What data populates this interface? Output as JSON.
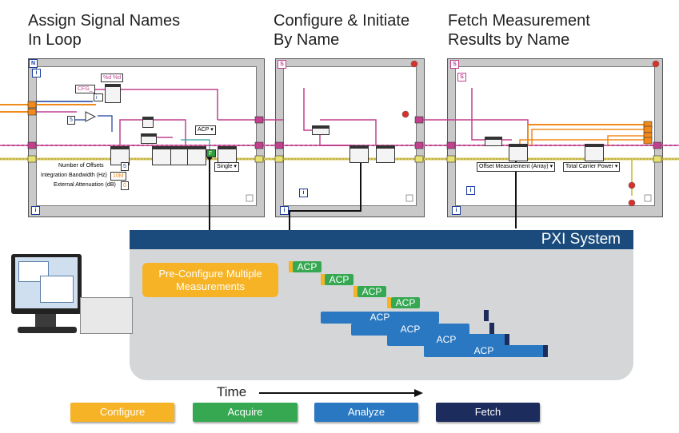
{
  "headers": {
    "assign": "Assign Signal Names\nIn Loop",
    "configure": "Configure & Initiate\nBy Name",
    "fetch": "Fetch Measurement\nResults by Name"
  },
  "loop1": {
    "n_label": "N",
    "i_label": "i",
    "format_string": "%d %d",
    "cfg_constant": "CFG_",
    "five_constant": "5",
    "acp_ring": "ACP",
    "single_ring": "Single",
    "offsets_label": "Number of Offsets",
    "offsets_value": "5",
    "bandwidth_label": "Integration Bandwidth (Hz)",
    "bandwidth_value": "10M",
    "atten_label": "External Attenuation (dB)",
    "atten_value": "0"
  },
  "loop2": {
    "i_label": "i"
  },
  "loop3": {
    "i_label": "i",
    "offset_ring": "Offset Measurement (Array)",
    "total_ring": "Total Carrier Power"
  },
  "pxi": {
    "title": "PXI System",
    "preconfigure": "Pre-Configure Multiple Measurements",
    "acquire_bars": [
      "ACP",
      "ACP",
      "ACP",
      "ACP"
    ],
    "analyze_bars": [
      "ACP",
      "ACP",
      "ACP",
      "ACP"
    ]
  },
  "time_label": "Time",
  "legend": [
    {
      "label": "Configure",
      "color": "#f6b325"
    },
    {
      "label": "Acquire",
      "color": "#36a852"
    },
    {
      "label": "Analyze",
      "color": "#2a78c2"
    },
    {
      "label": "Fetch",
      "color": "#1c2c5c"
    }
  ],
  "colors": {
    "pink_wire": "#c0408e",
    "orange_wire": "#f08a1c",
    "yellow_wire": "#d8c85a",
    "blue_wire": "#1a3d9a",
    "pxi_bar": "#1a4b7c"
  }
}
